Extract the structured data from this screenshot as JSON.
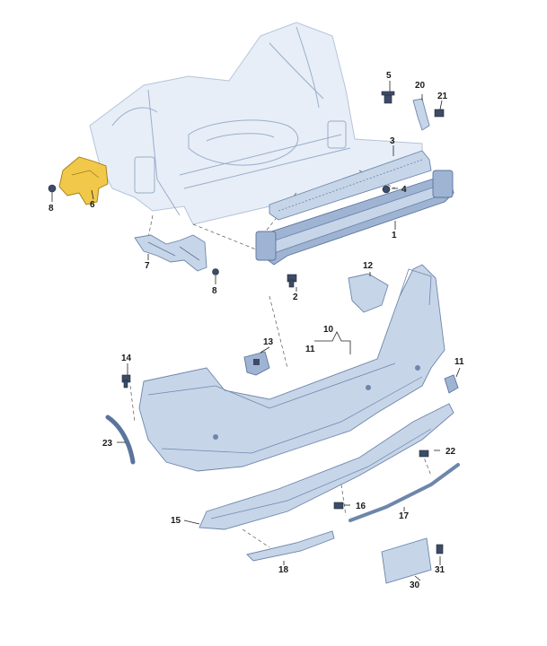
{
  "callouts": {
    "c1": "1",
    "c2": "2",
    "c3": "3",
    "c4": "4",
    "c5": "5",
    "c6": "6",
    "c7": "7",
    "c8a": "8",
    "c8b": "8",
    "c10": "10",
    "c11a": "11",
    "c11b": "11",
    "c12": "12",
    "c13": "13",
    "c14": "14",
    "c15": "15",
    "c16": "16",
    "c17": "17",
    "c18": "18",
    "c20": "20",
    "c21": "21",
    "c22": "22",
    "c23": "23",
    "c30": "30",
    "c31": "31"
  },
  "colors": {
    "part_fill": "#c7d5e9",
    "highlight_fill": "#f1c84a",
    "body_line": "#9aaecb"
  }
}
